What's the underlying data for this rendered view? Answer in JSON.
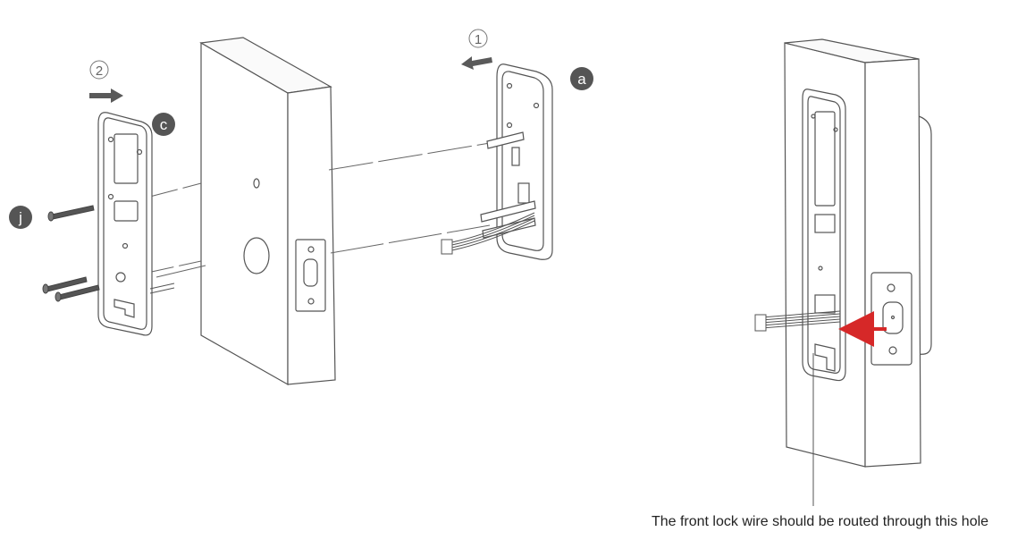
{
  "steps": [
    {
      "number": "1",
      "direction": "left"
    },
    {
      "number": "2",
      "direction": "right"
    }
  ],
  "part_labels": [
    "a",
    "c",
    "j"
  ],
  "caption": "The front lock wire should be routed through this hole",
  "colors": {
    "line": "#555555",
    "badge": "#555555",
    "badge_text": "#ffffff",
    "arrow_gray": "#5a5a5a",
    "arrow_red": "#d62828"
  }
}
